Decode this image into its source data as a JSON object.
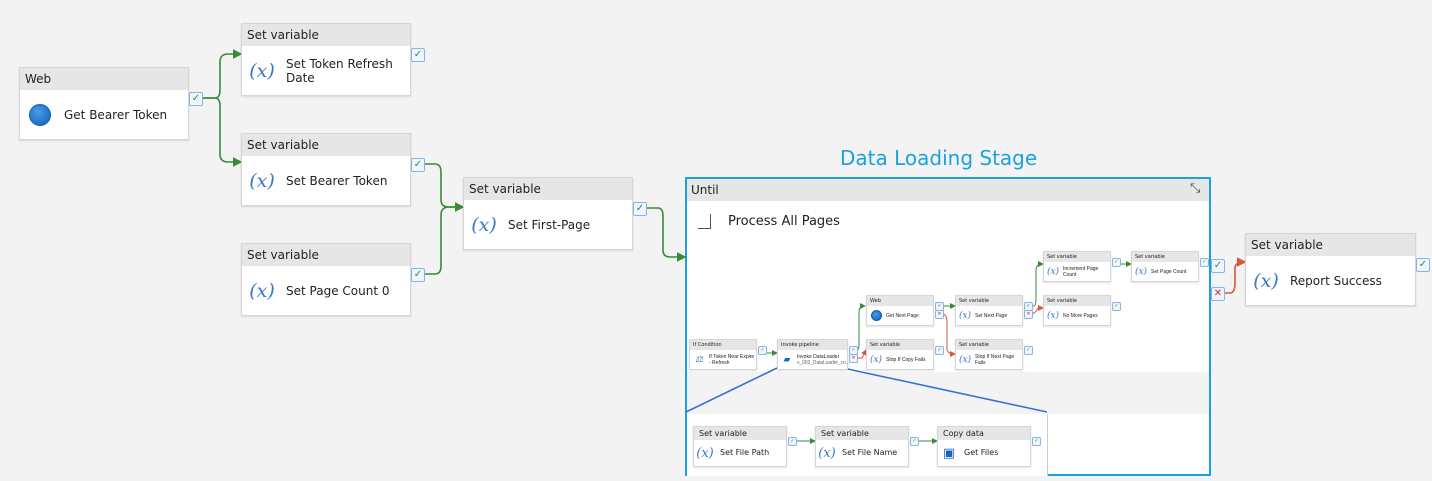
{
  "stage_title": "Data Loading Stage",
  "until": {
    "type": "Until",
    "label": "Process All Pages"
  },
  "nodes": [
    {
      "id": "web",
      "type": "Web",
      "label": "Get Bearer Token",
      "icon": "globe"
    },
    {
      "id": "refresh",
      "type": "Set variable",
      "label": "Set Token Refresh Date",
      "icon": "variable"
    },
    {
      "id": "bearer",
      "type": "Set variable",
      "label": "Set Bearer Token",
      "icon": "variable"
    },
    {
      "id": "pagecount0",
      "type": "Set variable",
      "label": "Set Page Count 0",
      "icon": "variable"
    },
    {
      "id": "firstpage",
      "type": "Set variable",
      "label": "Set First-Page",
      "icon": "variable"
    },
    {
      "id": "report",
      "type": "Set variable",
      "label": "Report Success",
      "icon": "variable"
    }
  ],
  "inner_nodes": [
    {
      "id": "ifcond",
      "type": "If Condition",
      "label": "If Token Near Expire - Refresh",
      "icon": "condition"
    },
    {
      "id": "invoke",
      "type": "Invoke pipeline",
      "label": "Invoke DataLoader",
      "sub": "v_003_DataLoader_co...",
      "icon": "pipeline"
    },
    {
      "id": "getnext",
      "type": "Web",
      "label": "Get Next Page",
      "icon": "globe"
    },
    {
      "id": "stopcopy",
      "type": "Set variable",
      "label": "Stop If Copy Fails",
      "icon": "variable"
    },
    {
      "id": "setnext",
      "type": "Set variable",
      "label": "Set Next Page",
      "icon": "variable"
    },
    {
      "id": "stopnext",
      "type": "Set variable",
      "label": "Stop If Next Page Fails",
      "icon": "variable"
    },
    {
      "id": "incr",
      "type": "Set variable",
      "label": "Increment Page Count",
      "icon": "variable"
    },
    {
      "id": "nomore",
      "type": "Set variable",
      "label": "No More Pages",
      "icon": "variable"
    },
    {
      "id": "setpc",
      "type": "Set variable",
      "label": "Set Page Count",
      "icon": "variable"
    }
  ],
  "sub_nodes": [
    {
      "id": "filepath",
      "type": "Set variable",
      "label": "Set File Path",
      "icon": "variable"
    },
    {
      "id": "filename",
      "type": "Set variable",
      "label": "Set File Name",
      "icon": "variable"
    },
    {
      "id": "getfiles",
      "type": "Copy data",
      "label": "Get Files",
      "icon": "copy"
    }
  ],
  "colors": {
    "success": "#3a8a3a",
    "failure": "#d9573a",
    "accent": "#1ba1e2"
  }
}
